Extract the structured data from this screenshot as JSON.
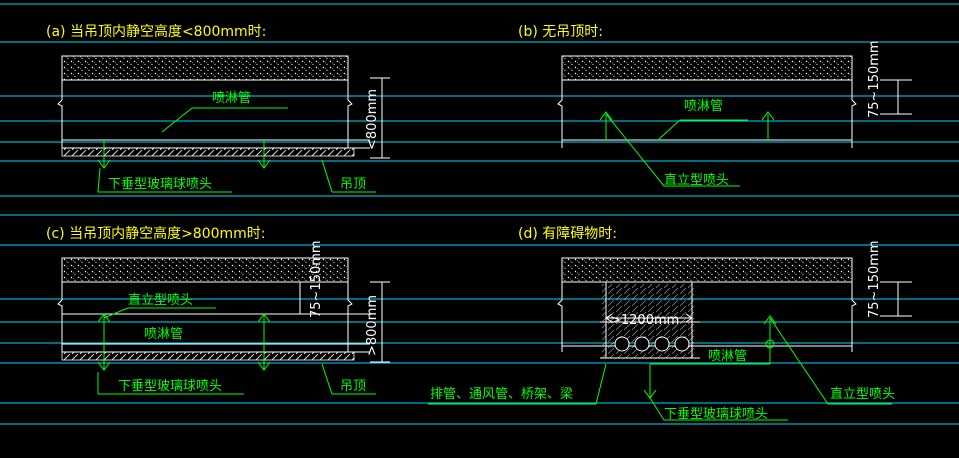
{
  "colors": {
    "background": "#000000",
    "line": "#ffffff",
    "annotation": "#00ff00",
    "title": "#ffff00",
    "guide": "#00d8ff"
  },
  "panels": {
    "a": {
      "title": "(a) 当吊顶内静空高度<800mm时:",
      "pipe_label": "喷淋管",
      "down_head_label": "下垂型玻璃球喷头",
      "ceiling_label": "吊顶",
      "dim_label": "<800mm"
    },
    "b": {
      "title": "(b) 无吊顶时:",
      "pipe_label": "喷淋管",
      "up_head_label": "直立型喷头",
      "dim_label": "75~150mm"
    },
    "c": {
      "title": "(c) 当吊顶内静空高度>800mm时:",
      "up_head_label": "直立型喷头",
      "pipe_label": "喷淋管",
      "down_head_label": "下垂型玻璃球喷头",
      "ceiling_label": "吊顶",
      "dim_top_label": "75~150mm",
      "dim_label": ">800mm"
    },
    "d": {
      "title": "(d) 有障碍物时:",
      "width_label": ">1200mm",
      "pipe_label": "喷淋管",
      "obstacle_label": "排管、通风管、桥架、梁",
      "down_head_label": "下垂型玻璃球喷头",
      "up_head_label": "直立型喷头",
      "dim_label": "75~150mm"
    }
  }
}
